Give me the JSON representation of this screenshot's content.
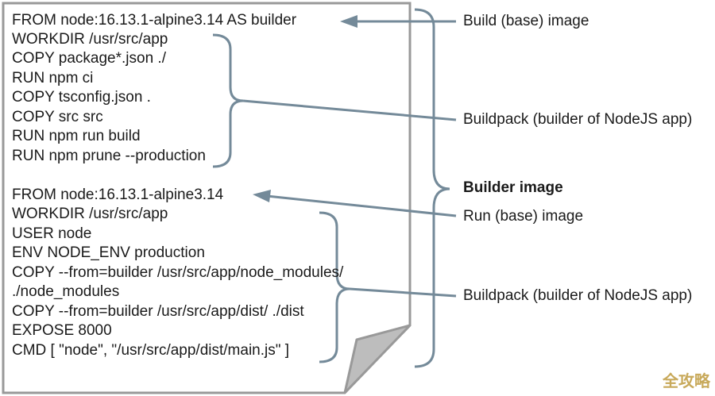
{
  "document": {
    "code_lines": [
      "FROM node:16.13.1-alpine3.14 AS builder",
      "WORKDIR /usr/src/app",
      "COPY package*.json ./",
      "RUN npm ci",
      "COPY tsconfig.json .",
      "COPY src src",
      "RUN npm run build",
      "RUN npm prune --production",
      "",
      "FROM node:16.13.1-alpine3.14",
      "WORKDIR /usr/src/app",
      "USER node",
      "ENV NODE_ENV production",
      "COPY --from=builder /usr/src/app/node_modules/",
      "./node_modules",
      "COPY --from=builder /usr/src/app/dist/ ./dist",
      "EXPOSE 8000",
      "CMD [ \"node\", \"/usr/src/app/dist/main.js\" ]"
    ]
  },
  "annotations": {
    "build_base_image": "Build (base) image",
    "buildpack_builder_1": "Buildpack (builder of NodeJS app)",
    "builder_image": "Builder image",
    "run_base_image": "Run (base) image",
    "buildpack_builder_2": "Buildpack (builder of NodeJS app)"
  },
  "watermark": "全攻略",
  "colors": {
    "page_border": "#999999",
    "page_fold": "#bdbdbd",
    "arrow": "#748a99",
    "text": "#1a1a1a"
  }
}
